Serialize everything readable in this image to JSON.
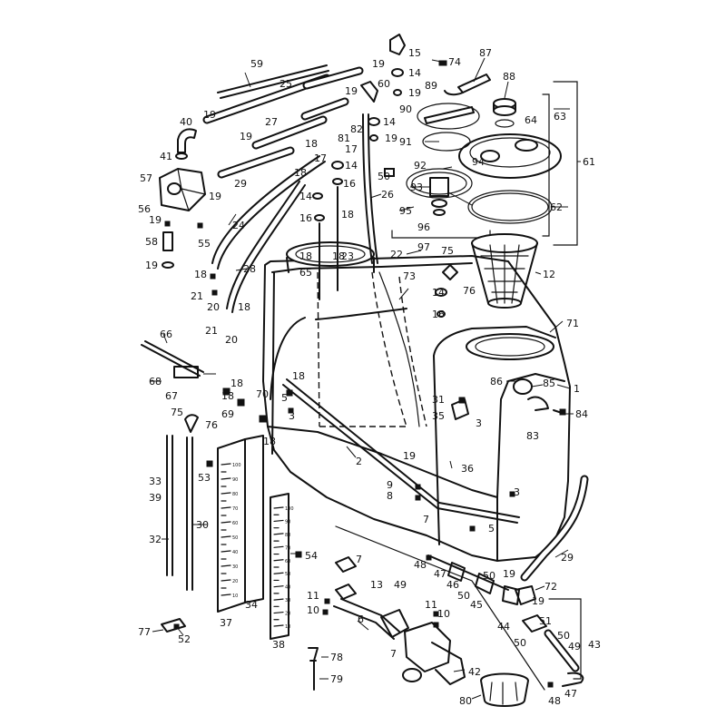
{
  "labels": {
    "l1": "1",
    "l2": "2",
    "l3a": "3",
    "l3b": "3",
    "l3c": "3",
    "l5a": "5",
    "l5b": "5",
    "l6": "6",
    "l7a": "7",
    "l7b": "7",
    "l7c": "7",
    "l8": "8",
    "l9": "9",
    "l10a": "10",
    "l10b": "10",
    "l11a": "11",
    "l11b": "11",
    "l12": "12",
    "l13": "13",
    "l14a": "14",
    "l14b": "14",
    "l14c": "14",
    "l14d": "14",
    "l14e": "14",
    "l15": "15",
    "l16a": "16",
    "l16b": "16",
    "l16c": "16",
    "l17a": "17",
    "l17b": "17",
    "l18a": "18",
    "l18b": "18",
    "l18c": "18",
    "l18d": "18",
    "l18e": "18",
    "l18f": "18",
    "l18g": "18",
    "l18h": "18",
    "l18i": "18",
    "l18j": "18",
    "l18k": "18",
    "l19a": "19",
    "l19b": "19",
    "l19c": "19",
    "l19d": "19",
    "l19e": "19",
    "l19f": "19",
    "l19g": "19",
    "l19h": "19",
    "l19i": "19",
    "l19j": "19",
    "l19k": "19",
    "l20a": "20",
    "l20b": "20",
    "l21a": "21",
    "l21b": "21",
    "l22": "22",
    "l23": "23",
    "l24": "24",
    "l25": "25",
    "l26": "26",
    "l27": "27",
    "l28": "28",
    "l29a": "29",
    "l29b": "29",
    "l30": "30",
    "l31": "31",
    "l32": "32",
    "l33": "33",
    "l34": "34",
    "l35": "35",
    "l36": "36",
    "l37": "37",
    "l38": "38",
    "l39": "39",
    "l40": "40",
    "l41": "41",
    "l42": "42",
    "l43": "43",
    "l44": "44",
    "l45": "45",
    "l46": "46",
    "l47a": "47",
    "l47b": "47",
    "l48a": "48",
    "l48b": "48",
    "l49a": "49",
    "l49b": "49",
    "l50a": "50",
    "l50b": "50",
    "l50c": "50",
    "l50d": "50",
    "l50e": "50",
    "l51": "51",
    "l52": "52",
    "l53": "53",
    "l54": "54",
    "l55": "55",
    "l56": "56",
    "l57": "57",
    "l58": "58",
    "l59": "59",
    "l60": "60",
    "l61": "61",
    "l62": "62",
    "l63": "63",
    "l64": "64",
    "l65": "65",
    "l66": "66",
    "l67": "67",
    "l68": "68",
    "l69": "69",
    "l70": "70",
    "l71": "71",
    "l72": "72",
    "l73": "73",
    "l74": "74",
    "l75a": "75",
    "l75b": "75",
    "l76a": "76",
    "l76b": "76",
    "l77": "77",
    "l78": "78",
    "l79": "79",
    "l80": "80",
    "l81": "81",
    "l82": "82",
    "l83": "83",
    "l84": "84",
    "l85": "85",
    "l86": "86",
    "l87": "87",
    "l88": "88",
    "l89": "89",
    "l90": "90",
    "l91": "91",
    "l92": "92",
    "l93": "93",
    "l94": "94",
    "l95": "95",
    "l96": "96",
    "l97": "97"
  },
  "scale": {
    "ticks": [
      "10",
      "20",
      "30",
      "40",
      "50",
      "60",
      "70",
      "80",
      "90",
      "100"
    ]
  }
}
